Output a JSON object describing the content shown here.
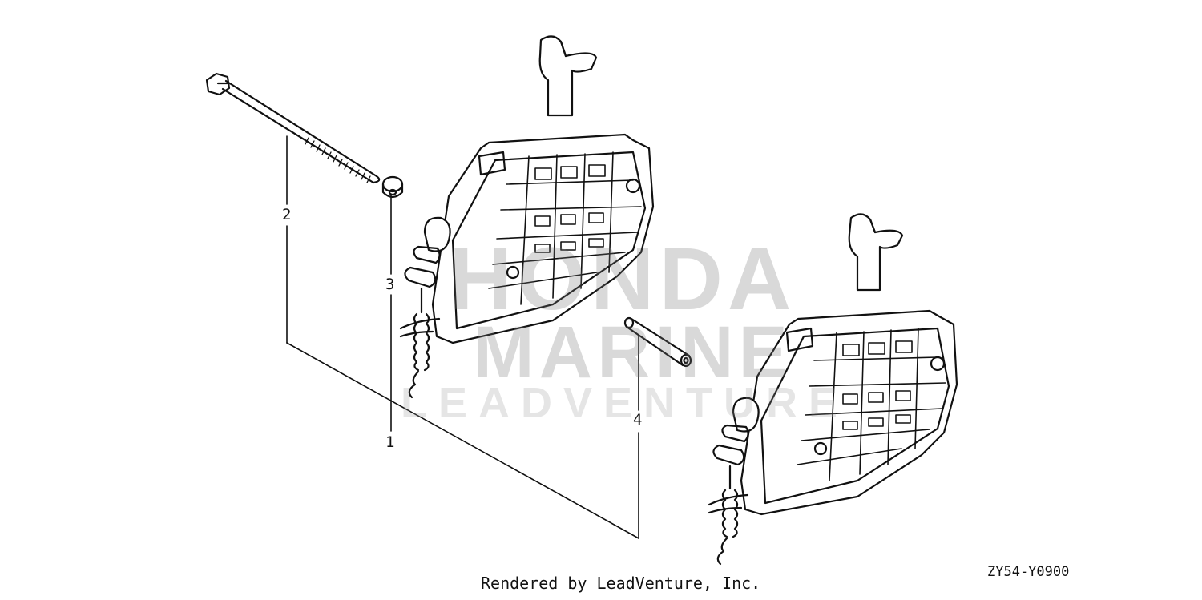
{
  "callouts": [
    {
      "number": "1",
      "part": "remote-control-box-assembly"
    },
    {
      "number": "2",
      "part": "long-bolt"
    },
    {
      "number": "3",
      "part": "collar-washer"
    },
    {
      "number": "4",
      "part": "pin"
    }
  ],
  "watermark": {
    "line1": "HONDA",
    "line2": "MARINE",
    "line3": "LEADVENTURE"
  },
  "footer": {
    "credit": "Rendered by LeadVenture, Inc.",
    "diagram_code": "ZY54-Y0900"
  },
  "colors": {
    "line": "#111111",
    "background": "#ffffff",
    "watermark": "#9a9a9a"
  }
}
